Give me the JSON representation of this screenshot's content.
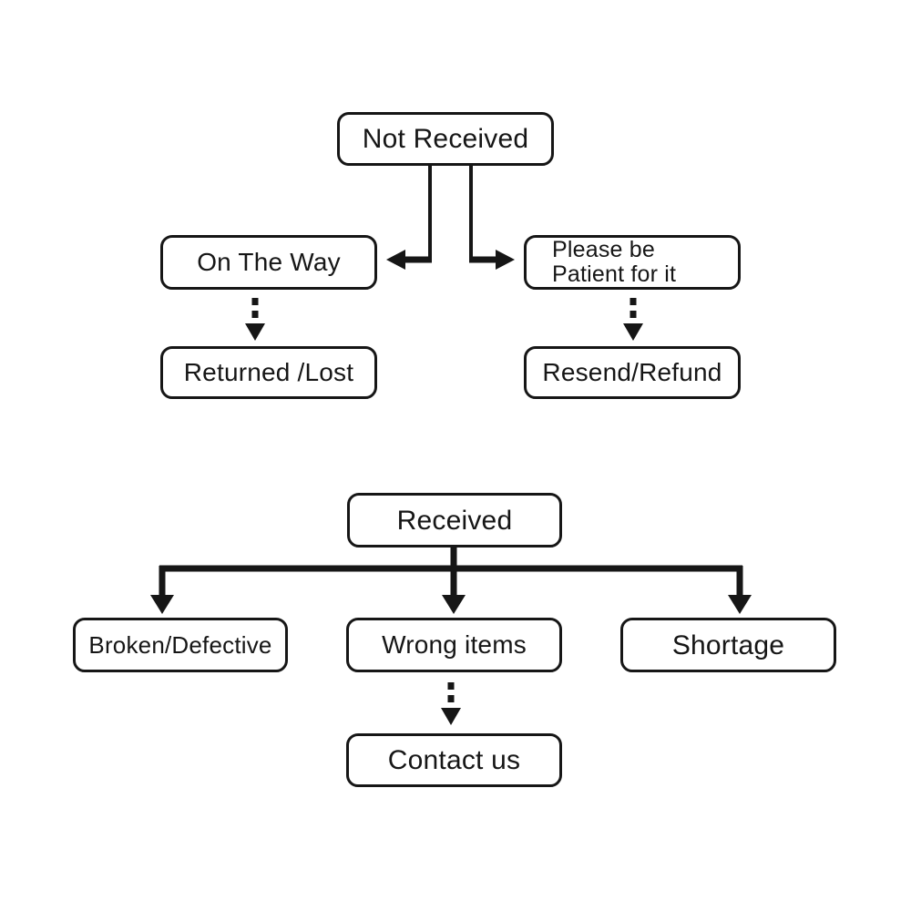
{
  "colors": {
    "ink": "#161616",
    "box_fill": "#ffffff",
    "page_background": "#ffffff"
  },
  "flowchart": {
    "nodes": {
      "not_received": {
        "label": "Not Received"
      },
      "on_the_way": {
        "label": "On The Way"
      },
      "please_patient": {
        "line1": "Please be",
        "line2": "Patient for it"
      },
      "returned_lost": {
        "label": "Returned /Lost"
      },
      "resend_refund": {
        "label": "Resend/Refund"
      },
      "received": {
        "label": "Received"
      },
      "broken_defective": {
        "label": "Broken/Defective"
      },
      "wrong_items": {
        "label": "Wrong items"
      },
      "shortage": {
        "label": "Shortage"
      },
      "contact_us": {
        "label": "Contact us"
      }
    },
    "edges": [
      {
        "from": "not_received",
        "to": "on_the_way",
        "style": "solid"
      },
      {
        "from": "not_received",
        "to": "please_patient",
        "style": "solid"
      },
      {
        "from": "on_the_way",
        "to": "returned_lost",
        "style": "dashed"
      },
      {
        "from": "please_patient",
        "to": "resend_refund",
        "style": "dashed"
      },
      {
        "from": "received",
        "to": "broken_defective",
        "style": "solid"
      },
      {
        "from": "received",
        "to": "wrong_items",
        "style": "solid"
      },
      {
        "from": "received",
        "to": "shortage",
        "style": "solid"
      },
      {
        "from": "wrong_items",
        "to": "contact_us",
        "style": "dashed"
      }
    ]
  }
}
